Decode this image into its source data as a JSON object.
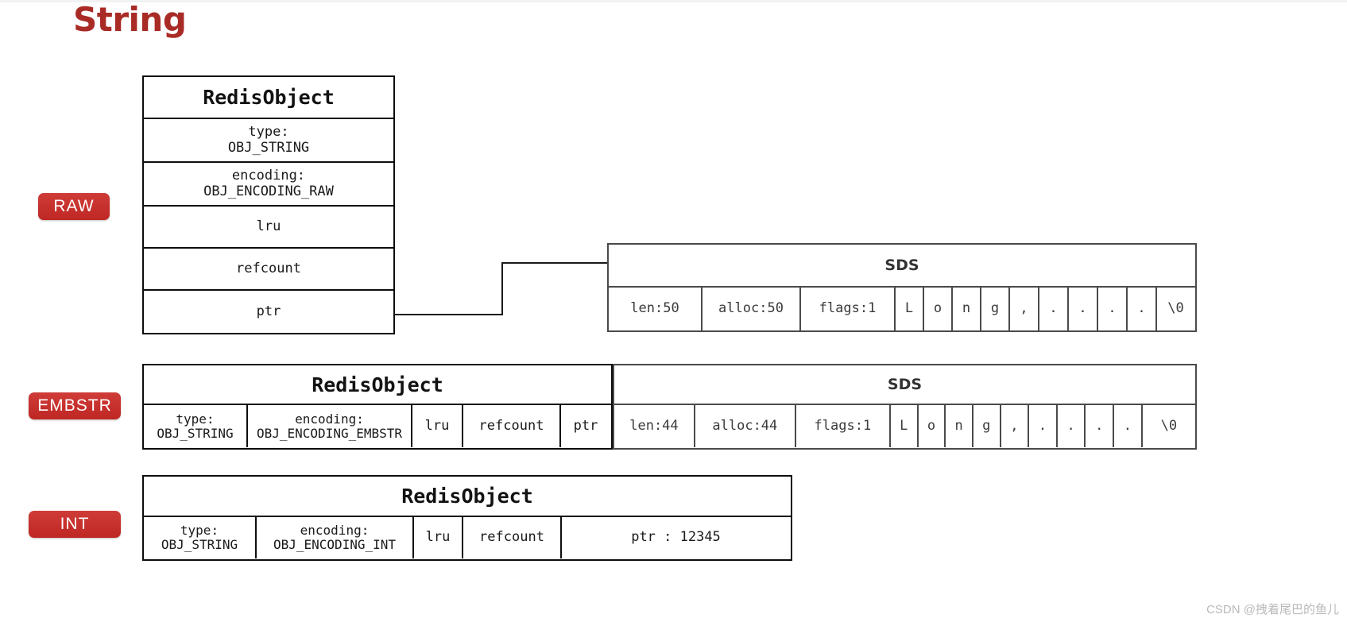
{
  "page": {
    "title": "String",
    "title_color": "#a92b26",
    "badge_color": "#c9302c",
    "watermark": "CSDN @拽着尾巴的鱼儿"
  },
  "rows": {
    "raw": {
      "badge": "RAW",
      "object_title": "RedisObject",
      "fields": [
        {
          "name": "type",
          "text": "type:\nOBJ_STRING"
        },
        {
          "name": "encoding",
          "text": "encoding:\nOBJ_ENCODING_RAW"
        },
        {
          "name": "lru",
          "text": "lru"
        },
        {
          "name": "refcount",
          "text": "refcount"
        },
        {
          "name": "ptr",
          "text": "ptr"
        }
      ],
      "sds": {
        "title": "SDS",
        "cells": [
          "len:50",
          "alloc:50",
          "flags:1",
          "L",
          "o",
          "n",
          "g",
          ",",
          ".",
          ".",
          ".",
          ".",
          "\\0"
        ]
      }
    },
    "embstr": {
      "badge": "EMBSTR",
      "object_title": "RedisObject",
      "fields": [
        {
          "name": "type",
          "text": "type:\nOBJ_STRING"
        },
        {
          "name": "encoding",
          "text": "encoding:\nOBJ_ENCODING_EMBSTR"
        },
        {
          "name": "lru",
          "text": "lru"
        },
        {
          "name": "refcount",
          "text": "refcount"
        },
        {
          "name": "ptr",
          "text": "ptr"
        }
      ],
      "sds": {
        "title": "SDS",
        "cells": [
          "len:44",
          "alloc:44",
          "flags:1",
          "L",
          "o",
          "n",
          "g",
          ",",
          ".",
          ".",
          ".",
          ".",
          "\\0"
        ]
      }
    },
    "int": {
      "badge": "INT",
      "object_title": "RedisObject",
      "fields": [
        {
          "name": "type",
          "text": "type:\nOBJ_STRING"
        },
        {
          "name": "encoding",
          "text": "encoding:\nOBJ_ENCODING_INT"
        },
        {
          "name": "lru",
          "text": "lru"
        },
        {
          "name": "refcount",
          "text": "refcount"
        },
        {
          "name": "ptr",
          "text": "ptr : 12345"
        }
      ]
    }
  }
}
